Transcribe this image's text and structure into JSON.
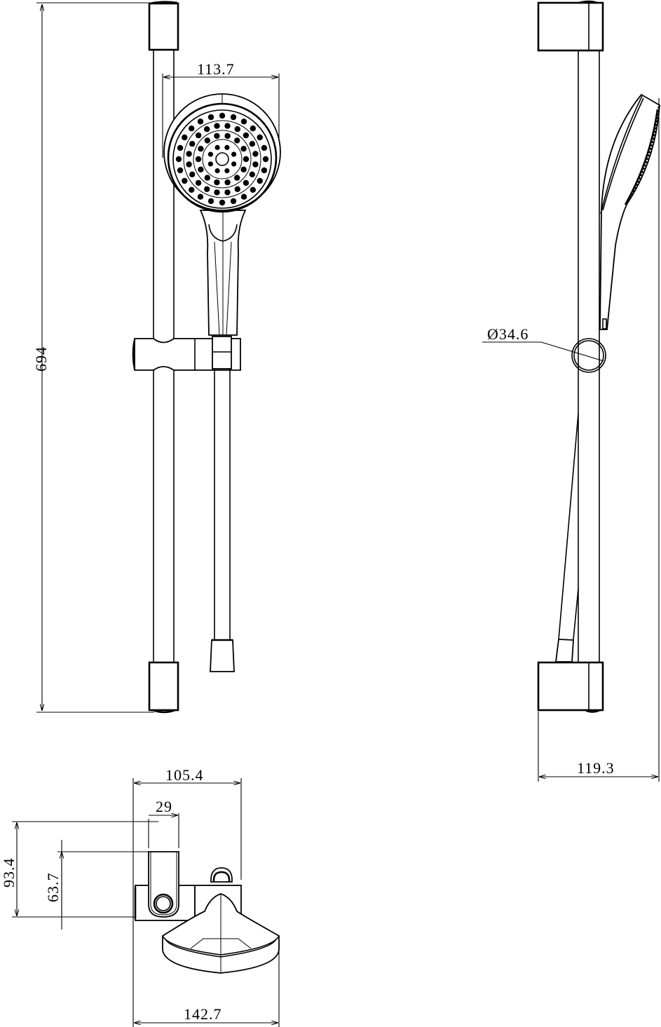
{
  "drawing": {
    "title": "Shower slide rail set - technical drawing",
    "line_color": "#000000",
    "background": "#ffffff",
    "views": [
      {
        "name": "front-view",
        "components": [
          "slide-rail",
          "top-bracket",
          "bottom-bracket",
          "slider-holder",
          "hand-shower",
          "hose-connector"
        ]
      },
      {
        "name": "side-view",
        "components": [
          "slide-rail",
          "top-bracket",
          "bottom-bracket",
          "hand-shower-profile",
          "rail-section-circle",
          "hose"
        ]
      },
      {
        "name": "top-view",
        "components": [
          "slider-holder",
          "hand-shower-head"
        ]
      }
    ]
  },
  "dimensions": {
    "rail_height": "694",
    "head_width": "113.7",
    "rail_diameter": "34.6",
    "side_depth": "119.3",
    "top_width_holder": "105.4",
    "top_width_total": "142.7",
    "rail_section_width": "29",
    "projection_total": "93.4",
    "projection_rail": "63.7"
  },
  "symbols": {
    "diameter": "Ø"
  }
}
